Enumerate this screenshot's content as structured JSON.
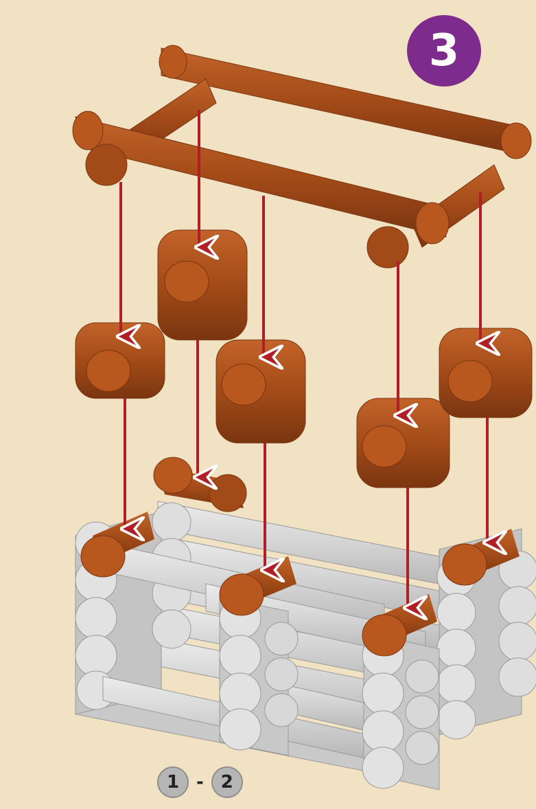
{
  "step": {
    "number": "3",
    "color": "#7d2b8c"
  },
  "reference": {
    "from": "1",
    "separator": "-",
    "to": "2"
  },
  "colors": {
    "background": "#f0e2c2",
    "brown_log": "#a34b18",
    "brown_end": "#b8571e",
    "gray_log": "#d4d4d4",
    "arrow": "#b01e26"
  },
  "components": {
    "top_frame": "brown-log-frame",
    "floating_blocks": 5,
    "cap_logs": 6,
    "base": "gray-log-structure"
  }
}
